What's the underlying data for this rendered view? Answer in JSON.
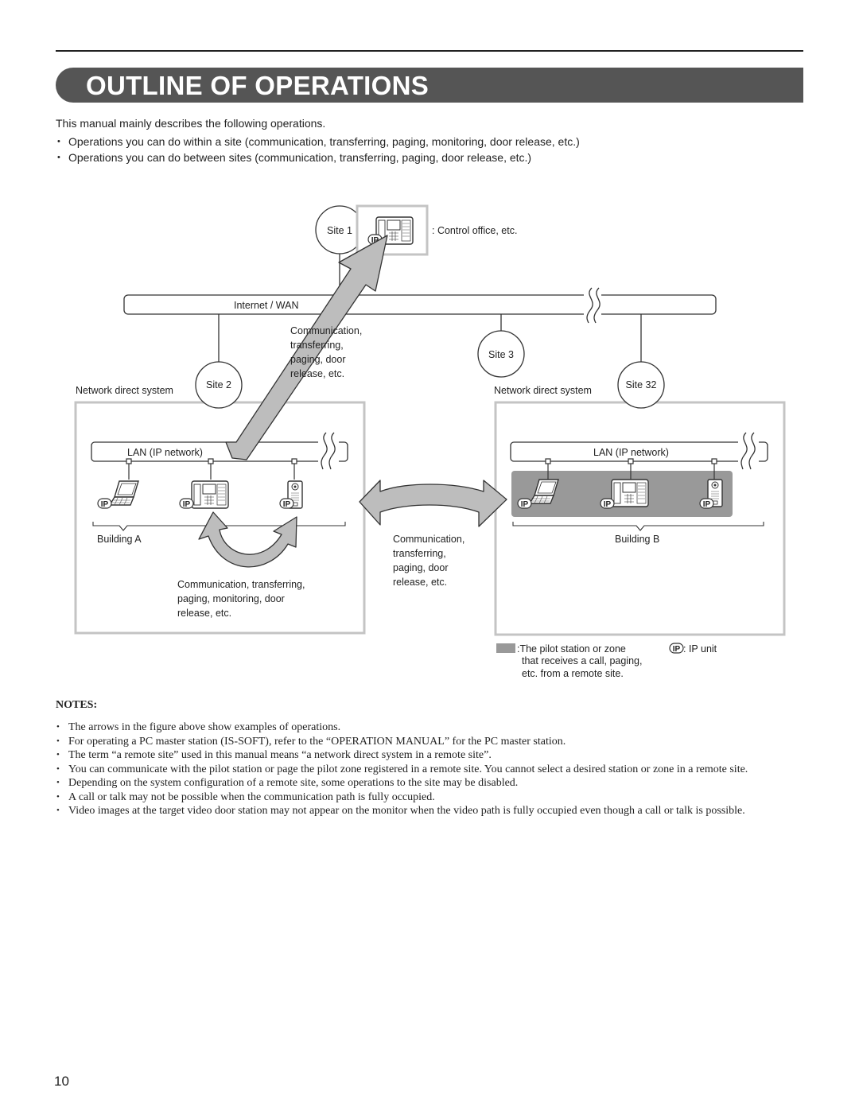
{
  "header": {
    "title": "OUTLINE OF OPERATIONS"
  },
  "intro": {
    "text": "This manual mainly describes the following operations.",
    "bullets": [
      "Operations you can do within a site (communication, transferring, paging, monitoring, door release, etc.)",
      "Operations you can do between sites (communication, transferring, paging, door release, etc.)"
    ]
  },
  "diagram": {
    "site1": "Site 1",
    "control_office": ": Control office, etc.",
    "internet": "Internet / WAN",
    "site2": "Site 2",
    "site3": "Site 3",
    "site32": "Site 32",
    "network_direct_left": "Network direct system",
    "network_direct_right": "Network direct system",
    "lan_left": "LAN (IP network)",
    "lan_right": "LAN (IP network)",
    "building_a": "Building A",
    "building_b": "Building B",
    "ip_badge": "IP",
    "comm_top": [
      "Communication,",
      "transferring,",
      "paging, door",
      "release, etc."
    ],
    "comm_middle": [
      "Communication,",
      "transferring,",
      "paging, door",
      "release, etc."
    ],
    "comm_bottom": [
      "Communication, transferring,",
      "paging, monitoring, door",
      "release, etc."
    ],
    "legend_pilot": [
      ":The pilot station or zone",
      "that receives a call, paging,",
      "etc. from a remote site."
    ],
    "legend_ip": ": IP unit",
    "colors": {
      "banner": "#555555",
      "arrow": "#bdbdbd",
      "pilot_zone": "#999999",
      "box_border": "#c4c4c4"
    }
  },
  "notes": {
    "title": "NOTES:",
    "items": [
      "The arrows in the figure above show examples of operations.",
      "For operating a PC master station (IS-SOFT), refer to the “OPERATION MANUAL” for the PC master station.",
      "The term “a remote site” used in this manual means “a network direct system in a remote site”.",
      "You can communicate with the pilot station or page the pilot zone registered in a remote site. You cannot select a desired station or zone in a remote site.",
      "Depending on the system configuration of a remote site, some operations to the site may be disabled.",
      "A call or talk may not be possible when the communication path is fully occupied.",
      "Video images at the target video door station may not appear on the monitor when the video path is fully occupied even though a call or talk is possible."
    ]
  },
  "page_number": "10"
}
